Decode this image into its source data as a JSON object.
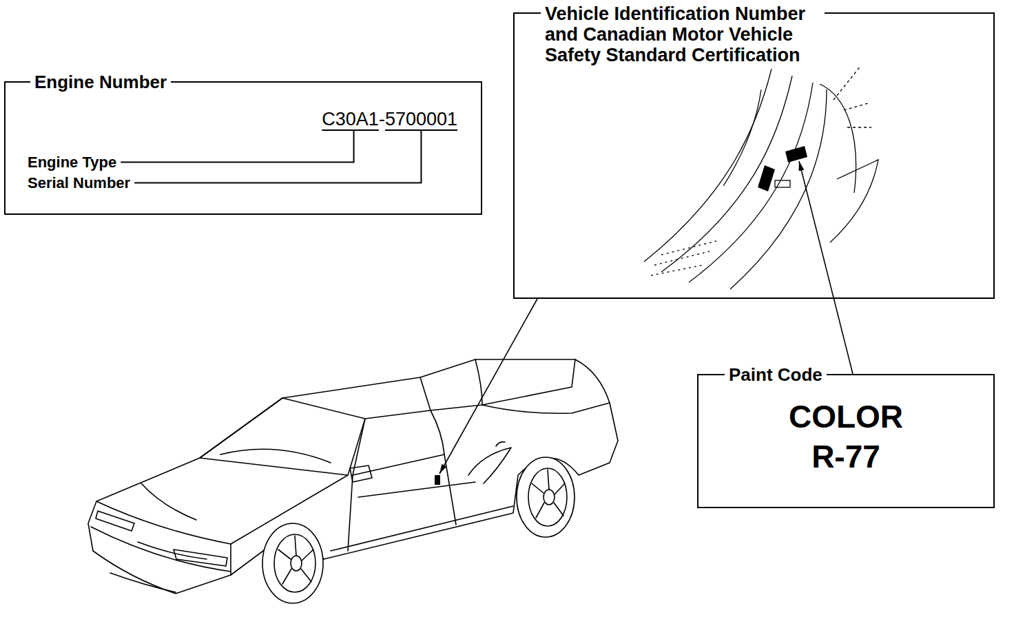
{
  "diagram": {
    "nodes": [
      {
        "text": [
          "Engine Number",
          "C30A1-5700001",
          "Engine Type",
          "Serial Number"
        ]
      },
      {
        "text": [
          "Vehicle Identification Number and Canadian Motor Vehicle Safety Standard Certification"
        ]
      },
      {
        "text": [
          "Paint Code",
          "COLOR",
          "R-77"
        ]
      }
    ]
  }
}
